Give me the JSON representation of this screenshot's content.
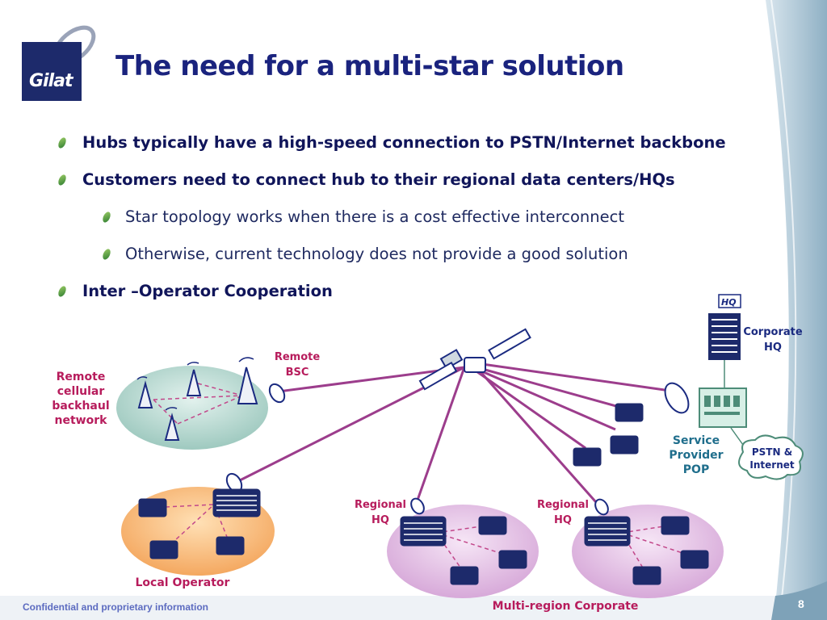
{
  "slide": {
    "title": "The need for a multi-star solution",
    "logo_text": "Gilat",
    "footer": "Confidential and proprietary information",
    "page_number": "8"
  },
  "bullets": [
    {
      "level": 1,
      "text": "Hubs typically have a high-speed connection to PSTN/Internet backbone"
    },
    {
      "level": 1,
      "text": "Customers need to connect hub to their regional data centers/HQs"
    },
    {
      "level": 2,
      "text": "Star topology works when there is a cost effective interconnect"
    },
    {
      "level": 2,
      "text": "Otherwise, current technology does not provide a good solution"
    },
    {
      "level": 1,
      "text": "Inter –Operator  Cooperation"
    }
  ],
  "diagram": {
    "remote_cellular": [
      "Remote",
      "cellular",
      "backhaul",
      "network"
    ],
    "remote_bsc": [
      "Remote",
      "BSC"
    ],
    "local_operator": "Local Operator",
    "regional_hq_1": [
      "Regional",
      "HQ"
    ],
    "regional_hq_2": [
      "Regional",
      "HQ"
    ],
    "multi_region": "Multi-region Corporate",
    "corporate_hq": [
      "Corporate",
      "HQ"
    ],
    "hq_sign": "HQ",
    "service_provider": [
      "Service",
      "Provider",
      "POP"
    ],
    "pstn_cloud": [
      "PSTN &",
      "Internet"
    ]
  },
  "colors": {
    "title": "#1a237e",
    "link_lines": "#9c3d8c",
    "label_red": "#b71c5c",
    "label_blue": "#1a2a80"
  }
}
